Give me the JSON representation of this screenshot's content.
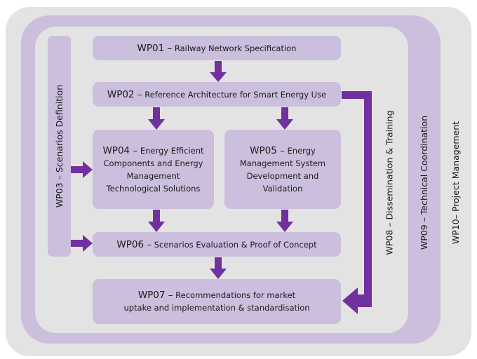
{
  "diagram": {
    "colors": {
      "background": "#e3e3e3",
      "band": "#cbbfdd",
      "arrow": "#7030a0"
    },
    "work_packages": {
      "wp01": {
        "code": "WP01 –",
        "label": " Railway Network Specification"
      },
      "wp02": {
        "code": "WP02 –",
        "label": " Reference Architecture for Smart Energy Use"
      },
      "wp03": {
        "label": "WP03 – Scenarios Definition"
      },
      "wp04": {
        "code": "WP04 –",
        "line1": " Energy Efficient",
        "line2": "Components and Energy",
        "line3": "Management",
        "line4": "Technological Solutions"
      },
      "wp05": {
        "code": "WP05 –",
        "line1": " Energy",
        "line2": "Management System",
        "line3": "Development and",
        "line4": "Validation"
      },
      "wp06": {
        "code": "WP06 –",
        "label": " Scenarios Evaluation & Proof of Concept"
      },
      "wp07": {
        "code": "WP07 –",
        "line1": " Recommendations for market",
        "line2": "uptake and implementation & standardisation"
      },
      "wp08": {
        "label": "WP08 – Dissemination & Training"
      },
      "wp09": {
        "label": "WP09 – Technical Coordination"
      },
      "wp10": {
        "label": "WP10– Project Management"
      }
    },
    "flows": [
      {
        "from": "WP01",
        "to": "WP02"
      },
      {
        "from": "WP02",
        "to": "WP04"
      },
      {
        "from": "WP02",
        "to": "WP05"
      },
      {
        "from": "WP02",
        "to": "WP07"
      },
      {
        "from": "WP03",
        "to": "WP04"
      },
      {
        "from": "WP03",
        "to": "WP06"
      },
      {
        "from": "WP04",
        "to": "WP06"
      },
      {
        "from": "WP05",
        "to": "WP06"
      },
      {
        "from": "WP06",
        "to": "WP07"
      }
    ]
  }
}
